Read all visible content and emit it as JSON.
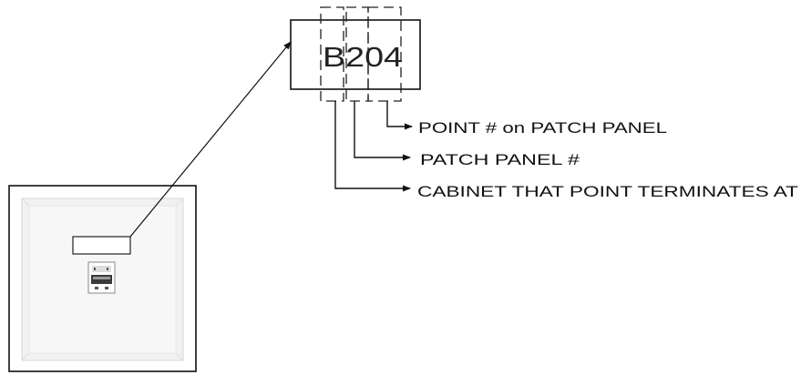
{
  "label_box": {
    "code": "B204"
  },
  "legend": {
    "point_label": "POINT # on PATCH PANEL",
    "patch_panel_label": "PATCH PANEL #",
    "cabinet_label": "CABINET THAT POINT TERMINATES AT"
  },
  "colors": {
    "line": "#111111",
    "plate_face": "#f2f2f2",
    "plate_inner": "#f8f8f8"
  }
}
